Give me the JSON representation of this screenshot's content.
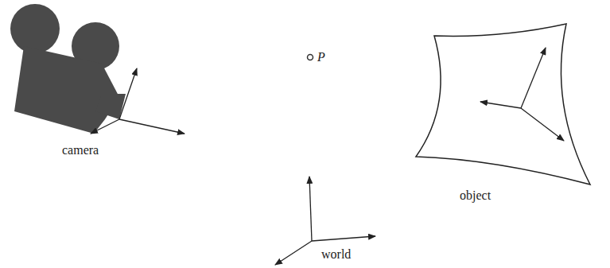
{
  "diagram": {
    "labels": [
      "P",
      "camera",
      "object",
      "world"
    ]
  }
}
